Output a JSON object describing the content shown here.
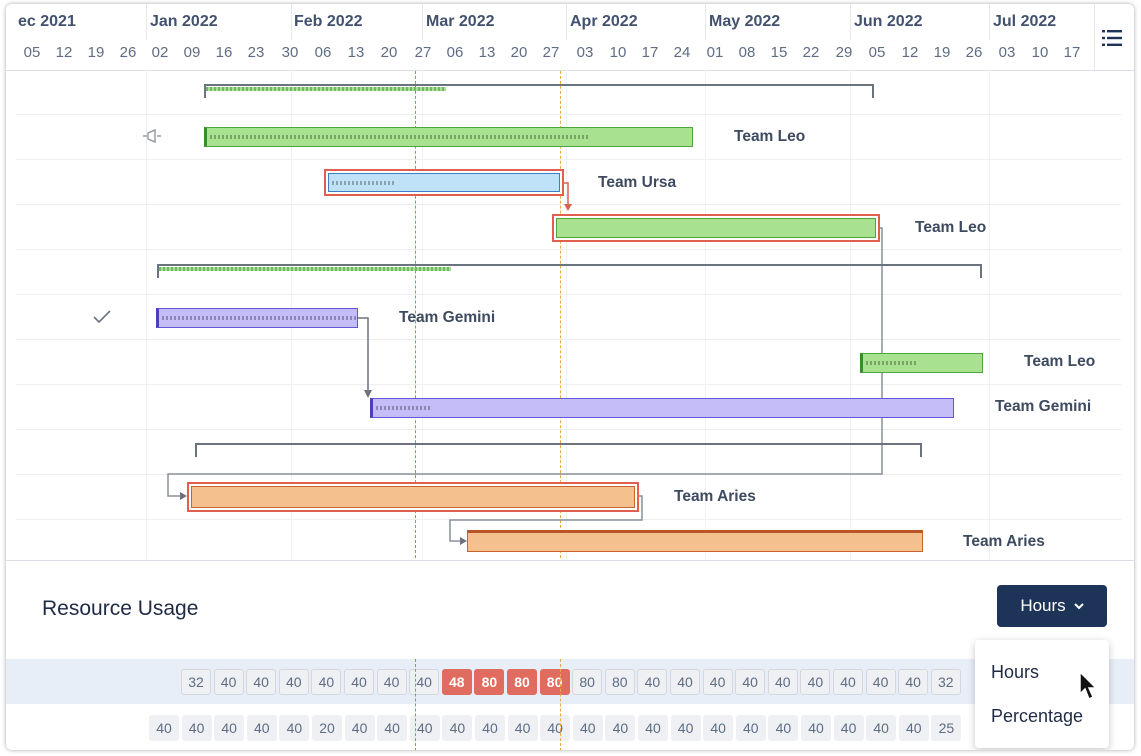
{
  "timeline": {
    "months": [
      "ec 2021",
      "Jan 2022",
      "Feb 2022",
      "Mar 2022",
      "Apr 2022",
      "May 2022",
      "Jun 2022",
      "Jul 2022"
    ],
    "weeks": [
      "05",
      "12",
      "19",
      "26",
      "02",
      "09",
      "16",
      "23",
      "30",
      "06",
      "13",
      "20",
      "27",
      "06",
      "13",
      "20",
      "27",
      "03",
      "10",
      "17",
      "24",
      "01",
      "08",
      "15",
      "22",
      "29",
      "05",
      "12",
      "19",
      "26",
      "03",
      "10",
      "17"
    ]
  },
  "bars": [
    {
      "label": "Team Leo",
      "color": "green",
      "progress": 0.78
    },
    {
      "label": "Team Ursa",
      "color": "blue",
      "progress": 0.27
    },
    {
      "label": "Team Leo",
      "color": "green",
      "progress": 0.0
    },
    {
      "label": "Team Gemini",
      "color": "purple",
      "progress": 1.0
    },
    {
      "label": "Team Leo",
      "color": "green",
      "progress": 0.45
    },
    {
      "label": "Team Gemini",
      "color": "purple",
      "progress": 0.1
    },
    {
      "label": "Team Aries",
      "color": "orange",
      "progress": 0.0
    },
    {
      "label": "Team Aries",
      "color": "orange",
      "progress": 0.0
    }
  ],
  "summaries": [
    {
      "progress": 0.36
    },
    {
      "progress": 0.35
    },
    {
      "progress": 0.0
    }
  ],
  "resource": {
    "title": "Resource Usage",
    "unit_button": "Hours",
    "row1": [
      "32",
      "40",
      "40",
      "40",
      "40",
      "40",
      "40",
      "40",
      "48",
      "80",
      "80",
      "80",
      "80",
      "80",
      "40",
      "40",
      "40",
      "40",
      "40",
      "40",
      "40",
      "40",
      "40",
      "32"
    ],
    "row1_overallocated": [
      8,
      9,
      10,
      11
    ],
    "row2": [
      "40",
      "40",
      "40",
      "40",
      "40",
      "20",
      "40",
      "40",
      "40",
      "40",
      "40",
      "40",
      "40",
      "40",
      "40",
      "40",
      "40",
      "40",
      "40",
      "40",
      "40",
      "40",
      "40",
      "40",
      "25"
    ],
    "dropdown": [
      "Hours",
      "Percentage"
    ]
  },
  "colors": {
    "green": "#a8e291",
    "green_border": "#4ea53d",
    "blue": "#bfe2f8",
    "blue_border": "#3d7fc4",
    "purple": "#c4bdf8",
    "purple_border": "#6356d6",
    "orange": "#f4c08e",
    "orange_border": "#c8632c",
    "critical": "#e0604f",
    "primary": "#1e3358"
  },
  "icons": [
    "menu-list-icon",
    "megaphone-icon",
    "checkmark-icon",
    "chevron-down-icon",
    "mouse-cursor-icon"
  ]
}
